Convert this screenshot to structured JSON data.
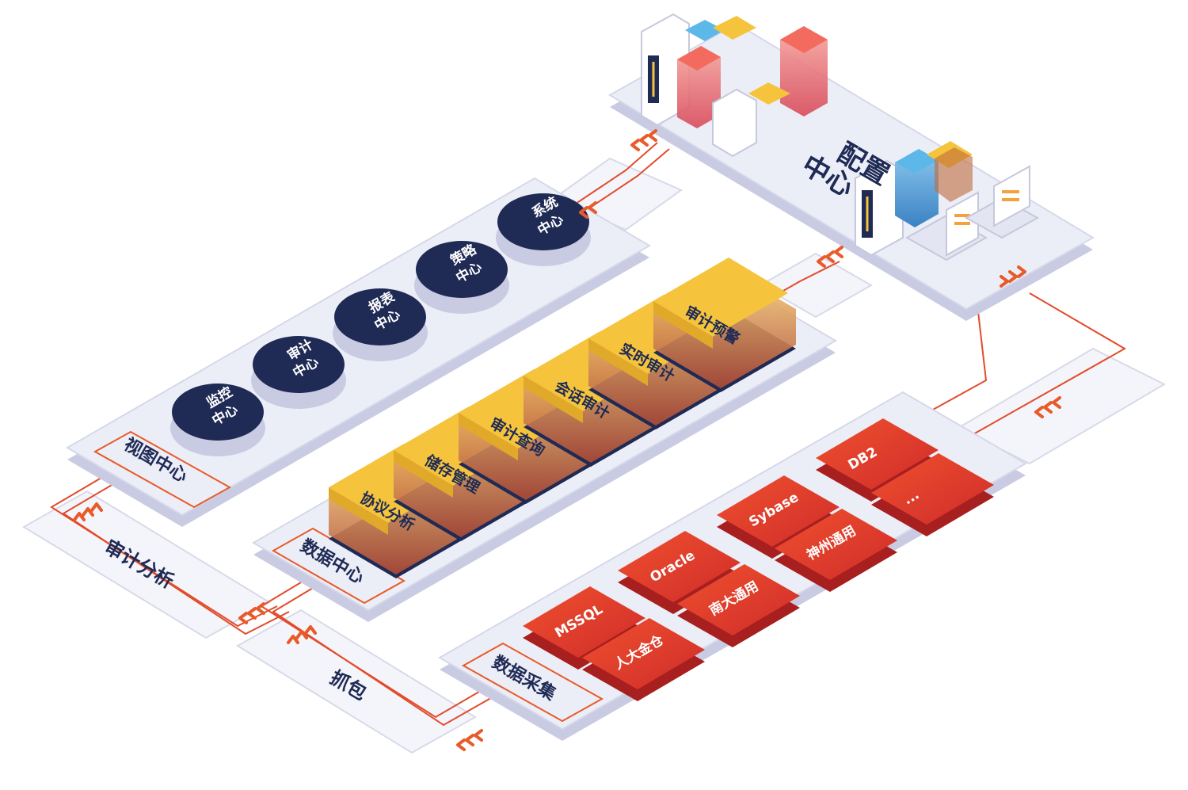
{
  "config": {
    "title_line1": "配置",
    "title_line2": "中心"
  },
  "view_center": {
    "label": "视图中心",
    "buttons": [
      {
        "line1": "监控",
        "line2": "中心"
      },
      {
        "line1": "审计",
        "line2": "中心"
      },
      {
        "line1": "报表",
        "line2": "中心"
      },
      {
        "line1": "策略",
        "line2": "中心"
      },
      {
        "line1": "系统",
        "line2": "中心"
      }
    ]
  },
  "data_center": {
    "label": "数据中心",
    "modules": [
      "协议分析",
      "储存管理",
      "审计查询",
      "会话审计",
      "实时审计",
      "审计预警"
    ]
  },
  "data_collect": {
    "label": "数据采集",
    "databases": [
      "MSSQL",
      "人大金仓",
      "Oracle",
      "南大通用",
      "Sybase",
      "神州通用",
      "DB2",
      "..."
    ]
  },
  "paths": {
    "audit_analysis": "审计分析",
    "capture": "抓包"
  },
  "colors": {
    "platform": "#eceef7",
    "platform_side": "#c9cbe3",
    "button": "#1f2a55",
    "module_top": "#f5c43c",
    "module_body": "#c0543a",
    "db_red": "#e43d2e",
    "arrow": "#e85a2a",
    "line": "#e24b2b"
  }
}
